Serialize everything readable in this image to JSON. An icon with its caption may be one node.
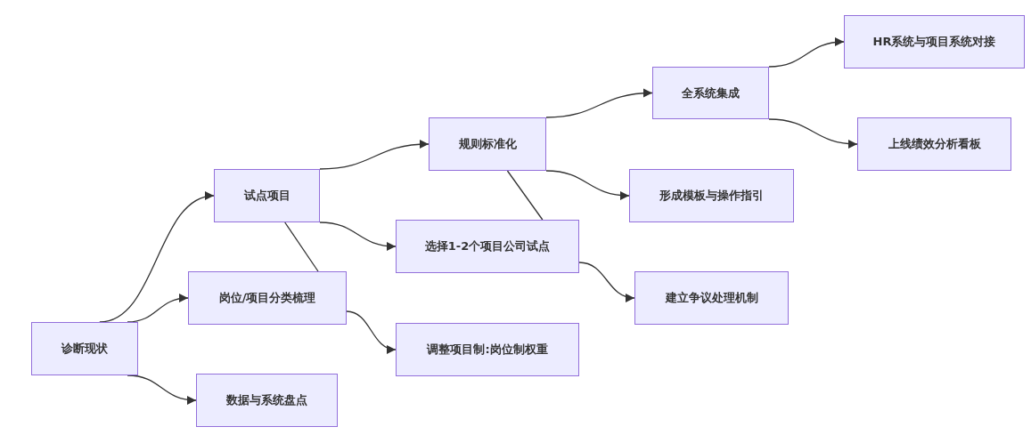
{
  "diagram": {
    "nodes": [
      {
        "text": [
          "诊断现状"
        ]
      },
      {
        "text": [
          "试点项目"
        ]
      },
      {
        "text": [
          "岗位/项目分类梳理"
        ]
      },
      {
        "text": [
          "数据与系统盘点"
        ]
      },
      {
        "text": [
          "规则标准化"
        ]
      },
      {
        "text": [
          "选择1-2个项目公司试点"
        ]
      },
      {
        "text": [
          "调整项目制:岗位制权重"
        ]
      },
      {
        "text": [
          "全系统集成"
        ]
      },
      {
        "text": [
          "形成模板与操作指引"
        ]
      },
      {
        "text": [
          "建立争议处理机制"
        ]
      },
      {
        "text": [
          "HR系统与项目系统对接"
        ]
      },
      {
        "text": [
          "上线绩效分析看板"
        ]
      }
    ],
    "edges": [
      {
        "from": 0,
        "to": 1,
        "arrow": "to"
      },
      {
        "from": 0,
        "to": 2,
        "arrow": "to"
      },
      {
        "from": 0,
        "to": 3,
        "arrow": "to"
      },
      {
        "from": 1,
        "to": 4,
        "arrow": "to"
      },
      {
        "from": 1,
        "to": 5,
        "arrow": "to"
      },
      {
        "from": 1,
        "to": 2,
        "arrow": "none"
      },
      {
        "from": 2,
        "to": 6,
        "arrow": "to"
      },
      {
        "from": 4,
        "to": 7,
        "arrow": "to"
      },
      {
        "from": 4,
        "to": 8,
        "arrow": "to"
      },
      {
        "from": 4,
        "to": 5,
        "arrow": "none"
      },
      {
        "from": 5,
        "to": 9,
        "arrow": "to"
      },
      {
        "from": 7,
        "to": 10,
        "arrow": "to"
      },
      {
        "from": 7,
        "to": 11,
        "arrow": "to"
      }
    ]
  }
}
